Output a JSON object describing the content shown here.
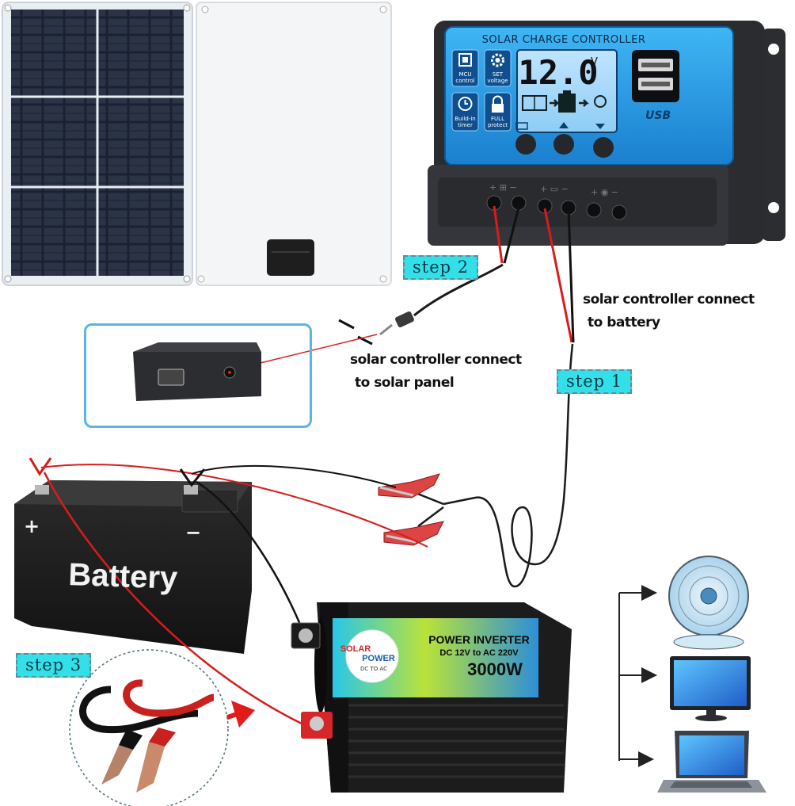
{
  "controller": {
    "title": "SOLAR CHARGE CONTROLLER",
    "display_value": "12.0",
    "display_unit": "V",
    "features": [
      {
        "line1": "MCU",
        "line2": "control"
      },
      {
        "line1": "SET",
        "line2": "voltage"
      },
      {
        "line1": "Build-in",
        "line2": "timer"
      },
      {
        "line1": "FULL",
        "line2": "protect"
      }
    ],
    "usb_label": "USB"
  },
  "battery": {
    "label": "Battery",
    "plus": "+",
    "minus": "−"
  },
  "inverter": {
    "brand_top": "SOLAR",
    "brand_bottom": "POWER",
    "brand_sub": "DC TO AC",
    "title": "POWER INVERTER",
    "subtitle": "DC 12V to AC 220V",
    "wattage": "3000W"
  },
  "steps": {
    "step1": "step 1",
    "step2": "step 2",
    "step3": "step 3"
  },
  "notes": {
    "battery_line1": "solar controller connect",
    "battery_line2": "to battery",
    "panel_line1": "solar controller connect",
    "panel_line2": "to solar panel"
  },
  "colors": {
    "controller_blue": "#1f9ae0",
    "step_tag": "#33e0ea",
    "wire_red": "#d81c1c",
    "inset_border": "#5ab6e0"
  },
  "icons": [
    "chip-icon",
    "gear-icon",
    "clock-icon",
    "lock-icon",
    "fan-icon",
    "monitor-icon",
    "laptop-icon"
  ]
}
